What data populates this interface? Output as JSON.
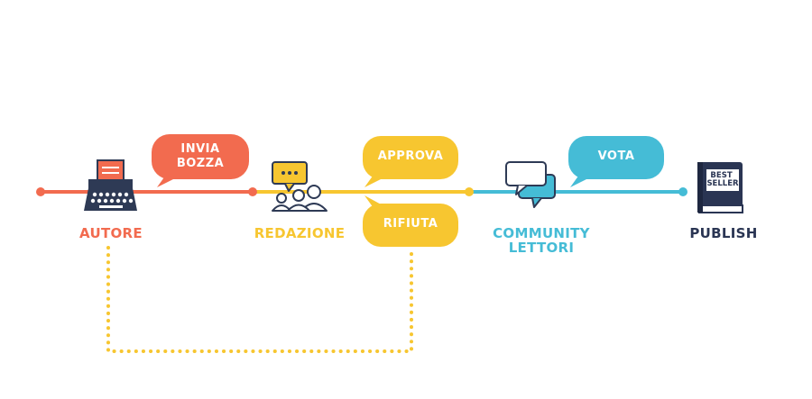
{
  "colors": {
    "author": "#f26b4f",
    "editorial": "#f7c630",
    "community": "#45bcd6",
    "publish": "#2a3553",
    "icon_dark": "#2e3a55",
    "white": "#ffffff"
  },
  "stages": {
    "author": "AUTORE",
    "editorial": "REDAZIONE",
    "community": "COMMUNITY LETTORI",
    "publish": "PUBLISH"
  },
  "actions": {
    "send_draft": "INVIA BOZZA",
    "approve": "APPROVA",
    "reject": "RIFIUTA",
    "vote": "VOTA"
  },
  "book_cover": "BEST SELLER",
  "icons": {
    "author": "typewriter-icon",
    "editorial": "team-chat-icon",
    "community": "chat-bubbles-icon",
    "publish": "book-icon"
  }
}
